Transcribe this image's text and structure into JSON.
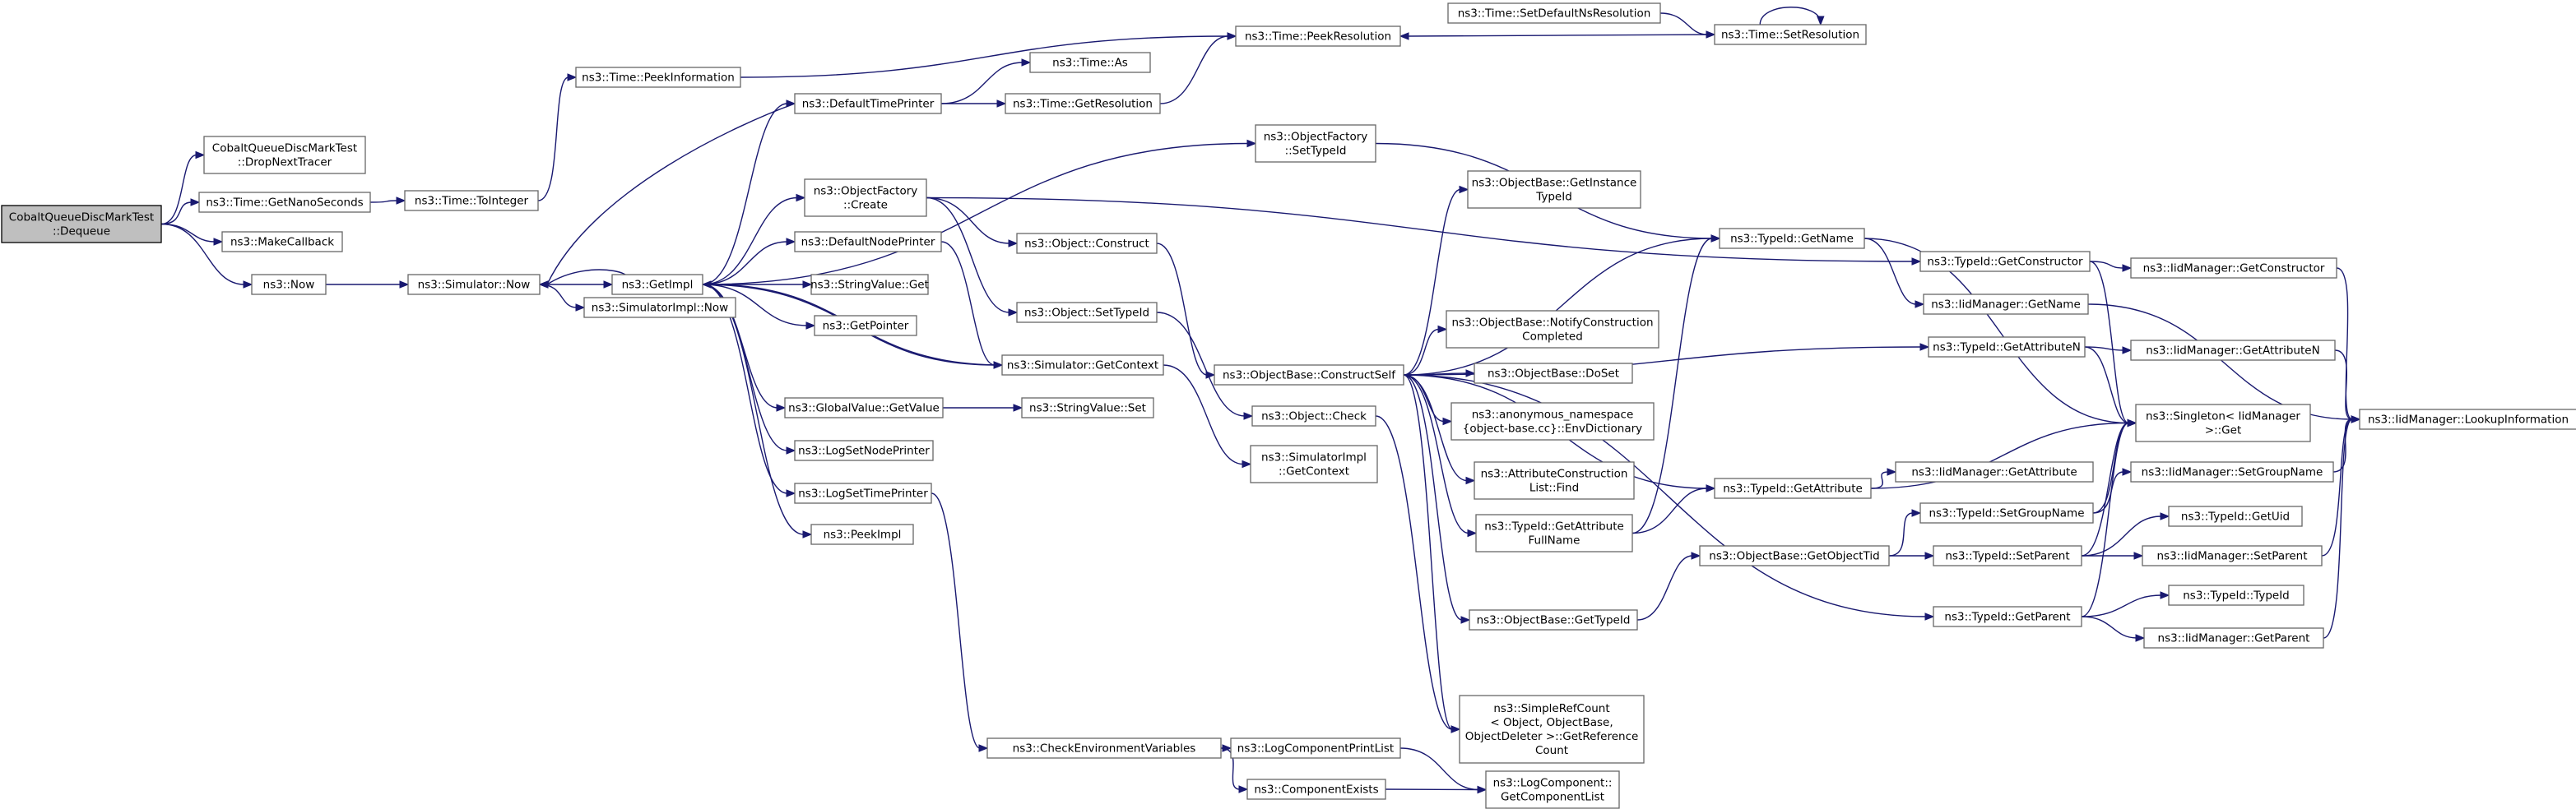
{
  "diagram": {
    "type": "call-graph",
    "colors": {
      "edge": "#191970",
      "root_fill": "#bfbfbf",
      "node_border": "#666666",
      "node_fill": "#ffffff"
    },
    "nodes": [
      {
        "id": "root",
        "lines": [
          "CobaltQueueDiscMarkTest",
          "::Dequeue"
        ],
        "root": true
      },
      {
        "id": "dropnext",
        "lines": [
          "CobaltQueueDiscMarkTest",
          "::DropNextTracer"
        ]
      },
      {
        "id": "getnano",
        "lines": [
          "ns3::Time::GetNanoSeconds"
        ]
      },
      {
        "id": "makecb",
        "lines": [
          "ns3::MakeCallback"
        ]
      },
      {
        "id": "now",
        "lines": [
          "ns3::Now"
        ]
      },
      {
        "id": "tointeger",
        "lines": [
          "ns3::Time::ToInteger"
        ]
      },
      {
        "id": "peekinfo",
        "lines": [
          "ns3::Time::PeekInformation"
        ]
      },
      {
        "id": "simnow",
        "lines": [
          "ns3::Simulator::Now"
        ]
      },
      {
        "id": "simimplnow",
        "lines": [
          "ns3::SimulatorImpl::Now"
        ]
      },
      {
        "id": "getimpl",
        "lines": [
          "ns3::GetImpl"
        ]
      },
      {
        "id": "deftimeprinter",
        "lines": [
          "ns3::DefaultTimePrinter"
        ]
      },
      {
        "id": "ofcreate",
        "lines": [
          "ns3::ObjectFactory",
          "::Create"
        ]
      },
      {
        "id": "defnodeprinter",
        "lines": [
          "ns3::DefaultNodePrinter"
        ]
      },
      {
        "id": "strvalget",
        "lines": [
          "ns3::StringValue::Get"
        ]
      },
      {
        "id": "getpointer",
        "lines": [
          "ns3::GetPointer"
        ]
      },
      {
        "id": "simgetcontext",
        "lines": [
          "ns3::Simulator::GetContext"
        ]
      },
      {
        "id": "gvgetvalue",
        "lines": [
          "ns3::GlobalValue::GetValue"
        ]
      },
      {
        "id": "strvalset",
        "lines": [
          "ns3::StringValue::Set"
        ]
      },
      {
        "id": "logsetnode",
        "lines": [
          "ns3::LogSetNodePrinter"
        ]
      },
      {
        "id": "logsettime",
        "lines": [
          "ns3::LogSetTimePrinter"
        ]
      },
      {
        "id": "peekimpl",
        "lines": [
          "ns3::PeekImpl"
        ]
      },
      {
        "id": "timeas",
        "lines": [
          "ns3::Time::As"
        ]
      },
      {
        "id": "timegetres",
        "lines": [
          "ns3::Time::GetResolution"
        ]
      },
      {
        "id": "peekres",
        "lines": [
          "ns3::Time::PeekResolution"
        ]
      },
      {
        "id": "setdefns",
        "lines": [
          "ns3::Time::SetDefaultNsResolution"
        ]
      },
      {
        "id": "setres",
        "lines": [
          "ns3::Time::SetResolution"
        ]
      },
      {
        "id": "ofsettypeid",
        "lines": [
          "ns3::ObjectFactory",
          "::SetTypeId"
        ]
      },
      {
        "id": "objconstruct",
        "lines": [
          "ns3::Object::Construct"
        ]
      },
      {
        "id": "objsettypeid",
        "lines": [
          "ns3::Object::SetTypeId"
        ]
      },
      {
        "id": "constructself",
        "lines": [
          "ns3::ObjectBase::ConstructSelf"
        ]
      },
      {
        "id": "objcheck",
        "lines": [
          "ns3::Object::Check"
        ]
      },
      {
        "id": "simimplgetctx",
        "lines": [
          "ns3::SimulatorImpl",
          "::GetContext"
        ]
      },
      {
        "id": "getinstance",
        "lines": [
          "ns3::ObjectBase::GetInstance",
          "TypeId"
        ]
      },
      {
        "id": "notifyconstr",
        "lines": [
          "ns3::ObjectBase::NotifyConstruction",
          "Completed"
        ]
      },
      {
        "id": "doset",
        "lines": [
          "ns3::ObjectBase::DoSet"
        ]
      },
      {
        "id": "envdict",
        "lines": [
          "ns3::anonymous_namespace",
          "{object-base.cc}::EnvDictionary"
        ]
      },
      {
        "id": "attrconstrfind",
        "lines": [
          "ns3::AttributeConstruction",
          "List::Find"
        ]
      },
      {
        "id": "getattrfullname",
        "lines": [
          "ns3::TypeId::GetAttribute",
          "FullName"
        ]
      },
      {
        "id": "obgettypeid",
        "lines": [
          "ns3::ObjectBase::GetTypeId"
        ]
      },
      {
        "id": "refcount",
        "lines": [
          "ns3::SimpleRefCount",
          "< Object, ObjectBase,",
          " ObjectDeleter >::GetReference",
          "Count"
        ]
      },
      {
        "id": "checkenv",
        "lines": [
          "ns3::CheckEnvironmentVariables"
        ]
      },
      {
        "id": "logcompprint",
        "lines": [
          "ns3::LogComponentPrintList"
        ]
      },
      {
        "id": "compexists",
        "lines": [
          "ns3::ComponentExists"
        ]
      },
      {
        "id": "getcomplist",
        "lines": [
          "ns3::LogComponent::",
          "GetComponentList"
        ]
      },
      {
        "id": "tidgetname",
        "lines": [
          "ns3::TypeId::GetName"
        ]
      },
      {
        "id": "tidgetattr",
        "lines": [
          "ns3::TypeId::GetAttribute"
        ]
      },
      {
        "id": "obgetobjtid",
        "lines": [
          "ns3::ObjectBase::GetObjectTid"
        ]
      },
      {
        "id": "tidgetctor",
        "lines": [
          "ns3::TypeId::GetConstructor"
        ]
      },
      {
        "id": "iidgetname",
        "lines": [
          "ns3::IidManager::GetName"
        ]
      },
      {
        "id": "tidgetattrn",
        "lines": [
          "ns3::TypeId::GetAttributeN"
        ]
      },
      {
        "id": "iidsetgroup",
        "lines": [
          "ns3::IidManager::SetGroupName"
        ]
      },
      {
        "id": "tidsetgroup",
        "lines": [
          "ns3::TypeId::SetGroupName"
        ]
      },
      {
        "id": "tidsetparent",
        "lines": [
          "ns3::TypeId::SetParent"
        ]
      },
      {
        "id": "tidgetparent",
        "lines": [
          "ns3::TypeId::GetParent"
        ]
      },
      {
        "id": "iidgetattr",
        "lines": [
          "ns3::IidManager::GetAttribute"
        ]
      },
      {
        "id": "singleton",
        "lines": [
          "ns3::Singleton< IidManager",
          " >::Get"
        ]
      },
      {
        "id": "iidgetctor",
        "lines": [
          "ns3::IidManager::GetConstructor"
        ]
      },
      {
        "id": "iidgetattrn",
        "lines": [
          "ns3::IidManager::GetAttributeN"
        ]
      },
      {
        "id": "tidgetuid",
        "lines": [
          "ns3::TypeId::GetUid"
        ]
      },
      {
        "id": "iidsetparent",
        "lines": [
          "ns3::IidManager::SetParent"
        ]
      },
      {
        "id": "tidtypeid",
        "lines": [
          "ns3::TypeId::TypeId"
        ]
      },
      {
        "id": "iidgetparent",
        "lines": [
          "ns3::IidManager::GetParent"
        ]
      },
      {
        "id": "iidlookup",
        "lines": [
          "ns3::IidManager::LookupInformation"
        ]
      }
    ],
    "edges": [
      [
        "root",
        "dropnext"
      ],
      [
        "root",
        "getnano"
      ],
      [
        "root",
        "makecb"
      ],
      [
        "root",
        "now"
      ],
      [
        "getnano",
        "tointeger"
      ],
      [
        "tointeger",
        "peekinfo"
      ],
      [
        "peekinfo",
        "peekres"
      ],
      [
        "now",
        "simnow"
      ],
      [
        "simnow",
        "getimpl"
      ],
      [
        "simnow",
        "simimplnow"
      ],
      [
        "getimpl",
        "deftimeprinter"
      ],
      [
        "getimpl",
        "ofcreate"
      ],
      [
        "getimpl",
        "defnodeprinter"
      ],
      [
        "getimpl",
        "strvalget"
      ],
      [
        "getimpl",
        "getpointer"
      ],
      [
        "getimpl",
        "simgetcontext"
      ],
      [
        "getimpl",
        "gvgetvalue"
      ],
      [
        "getimpl",
        "logsetnode"
      ],
      [
        "getimpl",
        "logsettime"
      ],
      [
        "getimpl",
        "peekimpl"
      ],
      [
        "getimpl",
        "ofsettypeid"
      ],
      [
        "getimpl",
        "simnow"
      ],
      [
        "deftimeprinter",
        "timeas"
      ],
      [
        "deftimeprinter",
        "timegetres"
      ],
      [
        "deftimeprinter",
        "simnow"
      ],
      [
        "timegetres",
        "peekres"
      ],
      [
        "setdefns",
        "setres"
      ],
      [
        "setres",
        "peekres"
      ],
      [
        "setres",
        "setres"
      ],
      [
        "ofcreate",
        "objconstruct"
      ],
      [
        "ofcreate",
        "objsettypeid"
      ],
      [
        "ofcreate",
        "tidgetctor"
      ],
      [
        "ofsettypeid",
        "tidgetname"
      ],
      [
        "defnodeprinter",
        "simgetcontext"
      ],
      [
        "simgetcontext",
        "simimplgetctx"
      ],
      [
        "simgetcontext",
        "getimpl"
      ],
      [
        "gvgetvalue",
        "strvalset"
      ],
      [
        "logsettime",
        "checkenv"
      ],
      [
        "objconstruct",
        "constructself"
      ],
      [
        "objsettypeid",
        "objcheck"
      ],
      [
        "constructself",
        "getinstance"
      ],
      [
        "constructself",
        "tidgetname"
      ],
      [
        "constructself",
        "notifyconstr"
      ],
      [
        "constructself",
        "doset"
      ],
      [
        "constructself",
        "envdict"
      ],
      [
        "constructself",
        "attrconstrfind"
      ],
      [
        "constructself",
        "getattrfullname"
      ],
      [
        "constructself",
        "obgettypeid"
      ],
      [
        "constructself",
        "refcount"
      ],
      [
        "constructself",
        "tidgetattrn"
      ],
      [
        "constructself",
        "tidgetattr"
      ],
      [
        "constructself",
        "tidgetparent"
      ],
      [
        "objcheck",
        "refcount"
      ],
      [
        "checkenv",
        "logcompprint"
      ],
      [
        "checkenv",
        "compexists"
      ],
      [
        "logcompprint",
        "getcomplist"
      ],
      [
        "compexists",
        "getcomplist"
      ],
      [
        "getattrfullname",
        "tidgetname"
      ],
      [
        "getattrfullname",
        "tidgetattr"
      ],
      [
        "obgettypeid",
        "obgetobjtid"
      ],
      [
        "obgetobjtid",
        "tidsetgroup"
      ],
      [
        "obgetobjtid",
        "tidsetparent"
      ],
      [
        "tidgetname",
        "iidgetname"
      ],
      [
        "tidgetname",
        "singleton"
      ],
      [
        "tidgetctor",
        "iidgetctor"
      ],
      [
        "tidgetctor",
        "singleton"
      ],
      [
        "iidgetname",
        "iidlookup"
      ],
      [
        "tidgetattrn",
        "iidgetattrn"
      ],
      [
        "tidgetattrn",
        "singleton"
      ],
      [
        "tidgetattr",
        "iidgetattr"
      ],
      [
        "tidgetattr",
        "singleton"
      ],
      [
        "tidsetgroup",
        "iidsetgroup"
      ],
      [
        "tidsetgroup",
        "singleton"
      ],
      [
        "tidsetparent",
        "tidgetuid"
      ],
      [
        "tidsetparent",
        "iidsetparent"
      ],
      [
        "tidsetparent",
        "singleton"
      ],
      [
        "tidgetparent",
        "tidtypeid"
      ],
      [
        "tidgetparent",
        "iidgetparent"
      ],
      [
        "tidgetparent",
        "singleton"
      ],
      [
        "iidgetctor",
        "iidlookup"
      ],
      [
        "iidgetattrn",
        "iidlookup"
      ],
      [
        "iidsetgroup",
        "iidlookup"
      ],
      [
        "iidsetparent",
        "iidlookup"
      ],
      [
        "iidgetparent",
        "iidlookup"
      ]
    ]
  }
}
